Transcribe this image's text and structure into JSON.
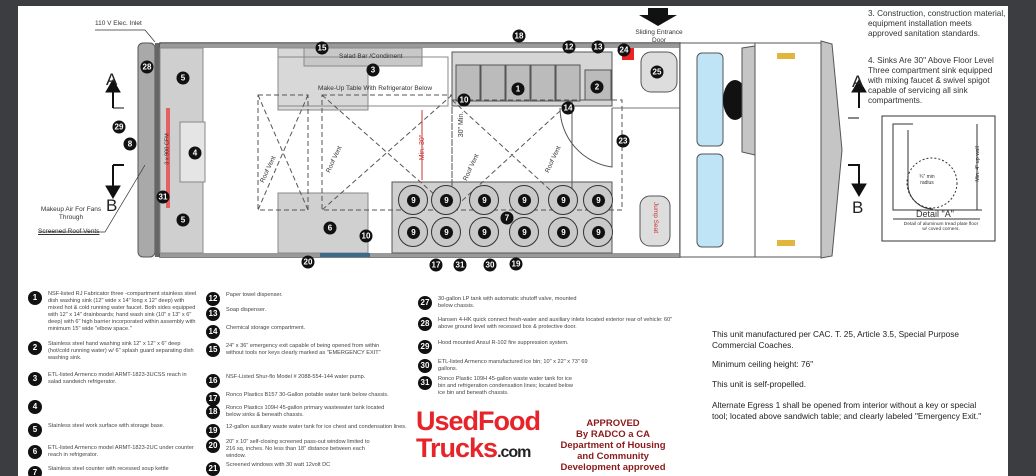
{
  "diagram": {
    "elec_inlet": "110 V Elec. Inlet",
    "salad_bar": "Salad Bar /Condiment",
    "makeup_table": "Make-Up Table With Refrigerator Below",
    "sliding_door": "Sliding Entrance Door",
    "makeup_air": "Makeup Air For Fans Through",
    "screened_vents": "Screened Roof Vents",
    "roof_vent": "Roof Vent",
    "min30": "Min. 30\"",
    "min30b": "30\" Min.",
    "jump_seat": "Jump Seat",
    "cfm": "3 x 900 CFM",
    "section_a": "A",
    "section_b": "B",
    "markers": [
      "28",
      "5",
      "5",
      "29",
      "8",
      "4",
      "31",
      "6",
      "10",
      "20",
      "15",
      "3",
      "18",
      "12",
      "13",
      "24",
      "25",
      "1",
      "2",
      "10",
      "14",
      "23",
      "7",
      "17",
      "31",
      "30",
      "19"
    ],
    "burner": "9"
  },
  "notes": {
    "n3": "3. Construction, construction material, equipment installation meets approved sanitation standards.",
    "n4": "4. Sinks Are 30\" Above Floor Level Three compartment sink equipped with mixing faucet & swivel spigot capable of servicing all sink compartments.",
    "detail_title": "Detail \"A\"",
    "detail_caption": "Detail of aluminum tread plate floor w/ coved corners.",
    "detail_radius": "¾\" min radius",
    "detail_height": "Min. 4\" up wall"
  },
  "legend": [
    {
      "n": "1",
      "t": "NSF-listed RJ Fabricator three -compartment stainless steel dish washing sink (12\" wide x 14\" long x 12\" deep) with mixed hot & cold running water faucet. Both sides equipped with 12\" x 14\" drainboards; hand wash sink (10\" x 13\" x 6\" deep) with 6\" high barrier incorporated within assembly with minimum 15\" wide \"elbow space.\""
    },
    {
      "n": "2",
      "t": "Stainless steel hand washing sink 12\" x 12\" x 6\" deep (hot/cold running water) w/ 6\" splash guard separating dish washing sink."
    },
    {
      "n": "3",
      "t": "ETL-listed Armenco model ARMT-1823-3UCSS reach in salad sandwich refrigerator."
    },
    {
      "n": "4",
      "t": ""
    },
    {
      "n": "5",
      "t": "Stainless steel work surface with storage base."
    },
    {
      "n": "6",
      "t": "ETL-listed Armenco model ARMT-1823-2UC under counter reach in refrigerator."
    },
    {
      "n": "7",
      "t": "Stainless steel counter with recessed soup kettle"
    },
    {
      "n": "12",
      "t": "Paper towel dispenser."
    },
    {
      "n": "13",
      "t": "Soap dispenser."
    },
    {
      "n": "14",
      "t": "Chemical storage compartment."
    },
    {
      "n": "15",
      "t": "24\" x 36\" emergency exit capable of being opened from within without tools nor keys clearly marked as \"EMERGENCY EXIT\""
    },
    {
      "n": "16",
      "t": "NSF-Listed Shur-flo Model # 2088-554-144 water pump."
    },
    {
      "n": "17",
      "t": "Ronco Plastics B157 30-Gallon potable water tank below chassis."
    },
    {
      "n": "18",
      "t": "Ronco Plastics 109H 45-gallon primary wastewater tank located below sinks & beneath chassis."
    },
    {
      "n": "19",
      "t": "12-gallon auxiliary waste water tank for ice chest and condensation lines."
    },
    {
      "n": "20",
      "t": "20\" x 10\" self-closing screened pass-out window limited to 216 sq. inches. No less than 18\" distance between each window."
    },
    {
      "n": "21",
      "t": "Screened windows with 30 watt 12volt DC"
    },
    {
      "n": "27",
      "t": "30-gallon LP tank with automatic shutoff valve, mounted below chassis."
    },
    {
      "n": "28",
      "t": "Hansen 4-HK quick connect fresh-water and auxiliary inlets located exterior rear of vehicle: 60\" above ground level with recessed box & protective door."
    },
    {
      "n": "29",
      "t": "Hood mounted Ansul R-102 fire suppression system."
    },
    {
      "n": "30",
      "t": "ETL-listed Armenco manufactured ice bin; 10\" x 22\" x 73\" 69 gallons."
    },
    {
      "n": "31",
      "t": "Ronco Plastic 109H 45-gallon waste water tank for ice bin and refrigeration condensation lines; located below ice bin and beneath chassis."
    }
  ],
  "info": {
    "p1": "This unit manufactured per CAC. T. 25, Article 3.5, Special Purpose Commercial Coaches.",
    "p2": "Minimum ceiling height: 76\"",
    "p3": "This unit is self-propelled.",
    "p4": "Alternate Egress 1 shall be opened from interior without a key or special tool; located above sandwich table; and clearly labeled \"Emergency Exit.\""
  },
  "logo": {
    "line1": "UsedFood",
    "line2": "Trucks",
    ".com": ".com"
  },
  "stamp": [
    "APPROVED",
    "By RADCO a CA",
    "Department of Housing",
    "and Community",
    "Development approved"
  ]
}
